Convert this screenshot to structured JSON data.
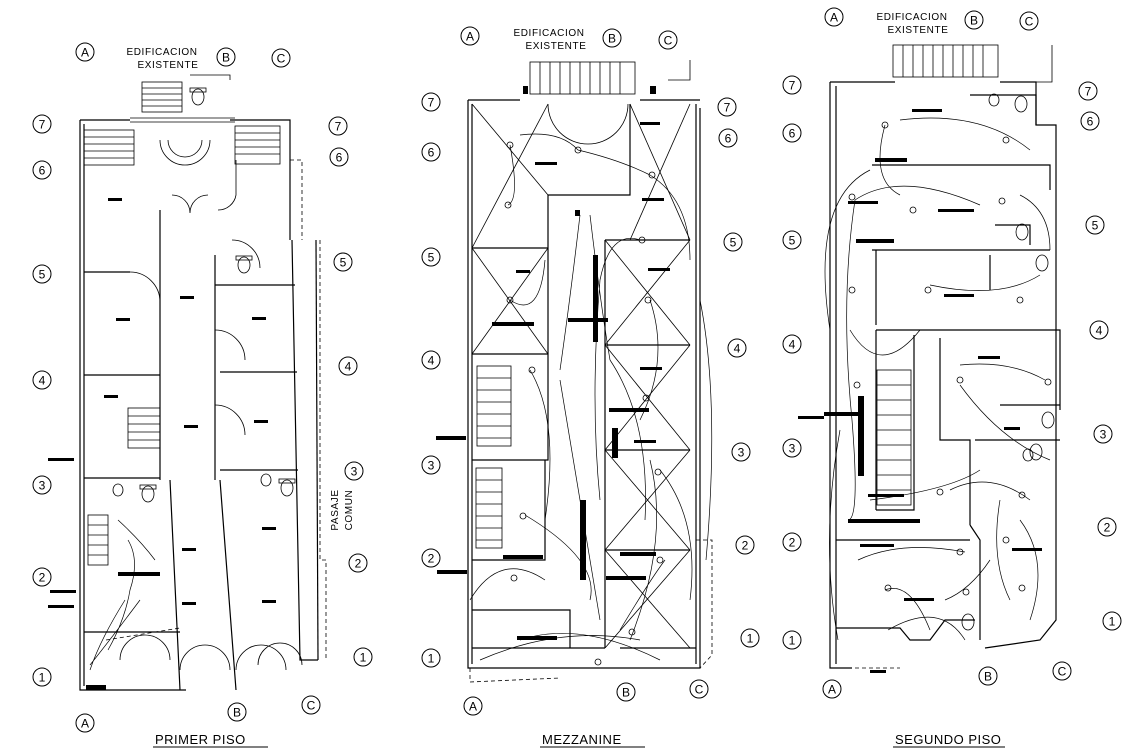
{
  "plans": [
    {
      "title": "PRIMER PISO",
      "existing_note": [
        "EDIFICACION",
        "EXISTENTE"
      ],
      "side_note": [
        "PASAJE",
        "COMUN"
      ]
    },
    {
      "title": "MEZZANINE",
      "existing_note": [
        "EDIFICACION",
        "EXISTENTE"
      ]
    },
    {
      "title": "SEGUNDO PISO",
      "existing_note": [
        "EDIFICACION",
        "EXISTENTE"
      ]
    }
  ],
  "axes": {
    "letters": [
      "A",
      "B",
      "C"
    ],
    "numbers": [
      "1",
      "2",
      "3",
      "4",
      "5",
      "6",
      "7"
    ]
  }
}
